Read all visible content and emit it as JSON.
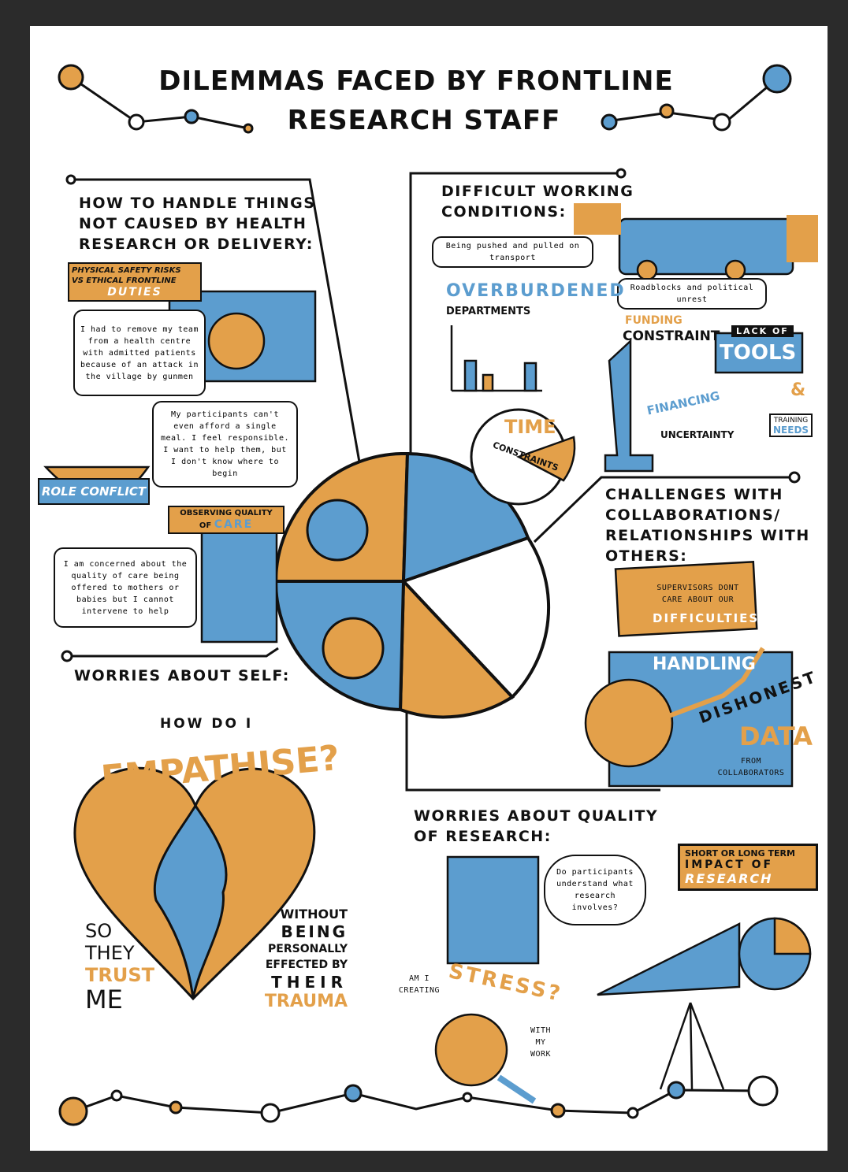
{
  "title": {
    "line1": "Dilemmas faced by frontline",
    "line2": "research staff"
  },
  "sections": {
    "handle_things": {
      "heading": [
        "How to handle things",
        "not caused by health",
        "research or delivery:"
      ],
      "safety_banner": {
        "line1": "Physical safety risks",
        "line2": "vs ethical frontline",
        "line3": "duties"
      },
      "quote_gunmen": "I had to remove my team from a health centre with admitted patients because of an attack in the village by gunmen",
      "quote_meal": "My participants can't even afford a single meal. I feel responsible. I want to help them, but I don't know where to begin",
      "role_conflict": "Role conflict",
      "care_banner": {
        "line1": "Observing quality",
        "line2": "of",
        "line3": "care"
      },
      "quote_care": "I am concerned about the quality of care being offered to mothers or babies but I cannot intervene to help"
    },
    "working_conditions": {
      "heading": [
        "Difficult working",
        "conditions:"
      ],
      "transport": "Being pushed and pulled on transport",
      "roadblocks": "Roadblocks and political unrest",
      "overburdened": "Overburdened",
      "departments": "Departments",
      "funding": "Funding",
      "constraint": "Constraint",
      "financing": "Financing",
      "uncertainty": "uncertainty",
      "lack_of": "Lack of",
      "tools": "Tools",
      "ampersand": "&",
      "training": "Training",
      "needs": "Needs",
      "time": "Time",
      "constraints": "Constraints"
    },
    "collaborations": {
      "heading": [
        "Challenges with",
        "collaborations/",
        "relationships with",
        "others:"
      ],
      "supervisors": "Supervisors dont care about our",
      "difficulties": "difficulties",
      "handling": "Handling",
      "dishonest": "Dishonest",
      "data": "Data",
      "from_collaborators": "from collaborators"
    },
    "self": {
      "heading": "Worries about self:",
      "how_do_i": "How do I",
      "empathise": "Empathise?",
      "so_they": [
        "So",
        "they"
      ],
      "trust_me": [
        "trust",
        "me"
      ],
      "without": [
        "without",
        "being",
        "personally",
        "effected by",
        "their",
        "trauma"
      ]
    },
    "quality": {
      "heading": [
        "Worries about quality",
        "of research:"
      ],
      "participants": "Do participants understand what research involves?",
      "impact": {
        "line1": "Short or long term",
        "line2": "Impact of",
        "line3": "Research"
      },
      "am_i_creating": [
        "Am I",
        "creating"
      ],
      "stress": "Stress?",
      "with_my_work": [
        "with",
        "my",
        "work"
      ]
    }
  },
  "colors": {
    "orange": "#e3a04a",
    "blue": "#5c9dcf",
    "ink": "#111111",
    "frame": "#2b2b2b"
  }
}
